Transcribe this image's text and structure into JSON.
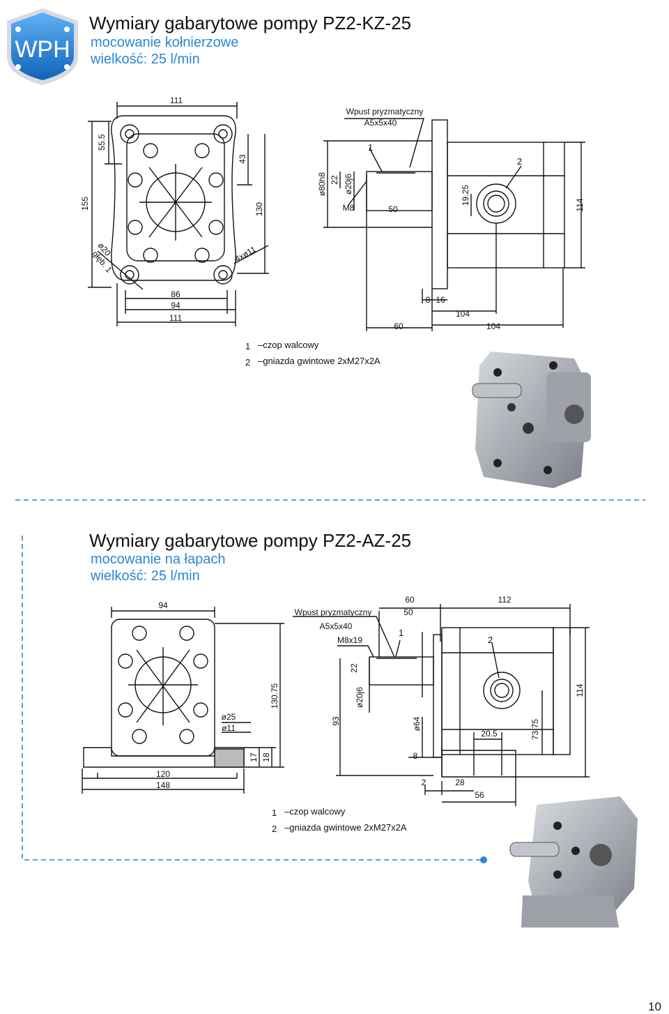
{
  "logo": {
    "text": "WPH"
  },
  "section1": {
    "title": "Wymiary gabarytowe pompy PZ2-KZ-25",
    "subtitle": "mocowanie kołnierzowe",
    "size": "wielkość: 25 l/min",
    "front": {
      "d_top": "111",
      "d_555": "55.5",
      "d_155": "155",
      "d_43": "43",
      "d_130": "130",
      "d_20": "ø20",
      "d_gleb": "głęb. 1",
      "d_4x11": "4xø11",
      "d_86": "86",
      "d_94": "94",
      "d_111b": "111"
    },
    "side": {
      "wpust1": "Wpust pryzmatyczny",
      "wpust2": "A5x5x40",
      "lbl1": "1",
      "lbl2": "2",
      "d_80": "ø80h8",
      "d_22": "22",
      "d_20j6": "ø20j6",
      "d_m8": "M8",
      "d_50": "50",
      "d_1925": "19.25",
      "d_114": "114",
      "d_8": "8",
      "d_16": "16",
      "d_104a": "104",
      "d_60": "60",
      "d_104b": "104"
    },
    "notes": [
      {
        "num": "1",
        "text": "–czop walcowy"
      },
      {
        "num": "2",
        "text": "–gniazda gwintowe 2xM27x2A"
      }
    ]
  },
  "section2": {
    "title": "Wymiary gabarytowe pompy PZ2-AZ-25",
    "subtitle": "mocowanie na łapach",
    "size": "wielkość: 25 l/min",
    "front": {
      "d_94": "94",
      "d_13075": "130.75",
      "d_25": "ø25",
      "d_11": "ø11",
      "d_17": "17",
      "d_18": "18",
      "d_120": "120",
      "d_148": "148"
    },
    "side": {
      "wpust1": "Wpust pryzmatyczny",
      "wpust2": "A5x5x40",
      "m8x19": "M8x19",
      "d_60": "60",
      "d_50": "50",
      "d_112": "112",
      "lbl1": "1",
      "lbl2": "2",
      "d_22": "22",
      "d_20j6": "ø20j6",
      "d_93": "93",
      "d_64": "ø64",
      "d_8": "8",
      "d_205": "20.5",
      "d_7375": "73.75",
      "d_114": "114",
      "d_2": "2",
      "d_28": "28",
      "d_56": "56"
    },
    "notes": [
      {
        "num": "1",
        "text": "–czop walcowy"
      },
      {
        "num": "2",
        "text": "–gniazda gwintowe 2xM27x2A"
      }
    ]
  },
  "page_number": "10",
  "colors": {
    "accent": "#2a86d6",
    "logo_bg": "#1f7fd6",
    "divider": "#5aa0e0",
    "drawing": "#111111",
    "pump_metal": "#a9acb3"
  }
}
